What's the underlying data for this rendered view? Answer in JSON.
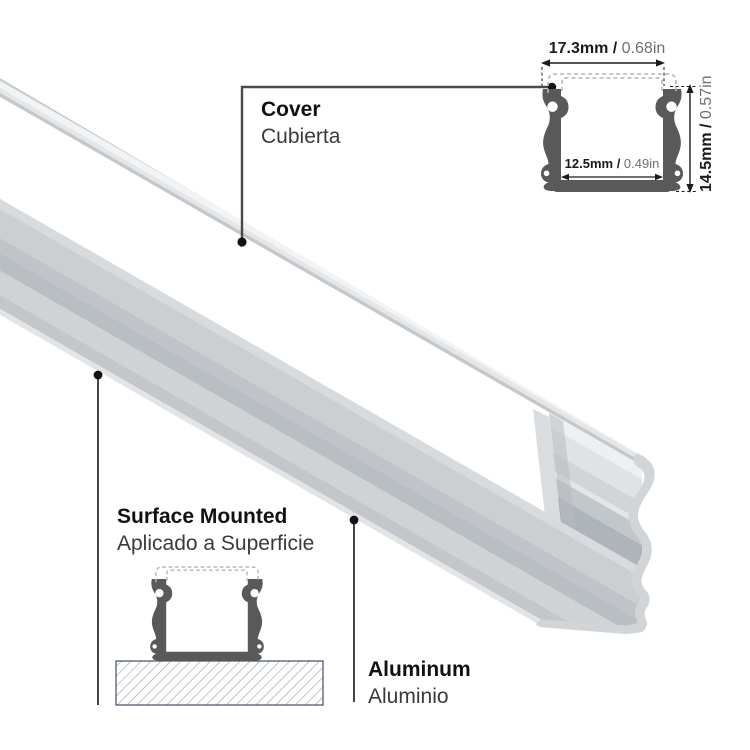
{
  "labels": {
    "cover": {
      "en": "Cover",
      "es": "Cubierta"
    },
    "surface_mounted": {
      "en": "Surface Mounted",
      "es": "Aplicado a Superficie"
    },
    "aluminum": {
      "en": "Aluminum",
      "es": "Aluminio"
    }
  },
  "dimensions": {
    "width": {
      "metric": "17.3mm",
      "sep": " / ",
      "imperial": "0.68in"
    },
    "height": {
      "metric": "14.5mm",
      "sep": " / ",
      "imperial": "0.57in"
    },
    "inner_width": {
      "metric": "12.5mm",
      "sep": " / ",
      "imperial": "0.49in"
    }
  },
  "colors": {
    "background": "#ffffff",
    "profile_section_fill": "#58595b",
    "cover_face": "#ffffff",
    "aluminum_light": "#d7dadc",
    "aluminum_mid": "#c3c7cb",
    "aluminum_dark": "#b9bec2",
    "leader_line": "#3f3f3f",
    "dimension_line": "#1b1b1b",
    "dashed_outline": "#b3b6b8",
    "hatch_line": "#9aa0a5",
    "hatch_border": "#414d66"
  }
}
